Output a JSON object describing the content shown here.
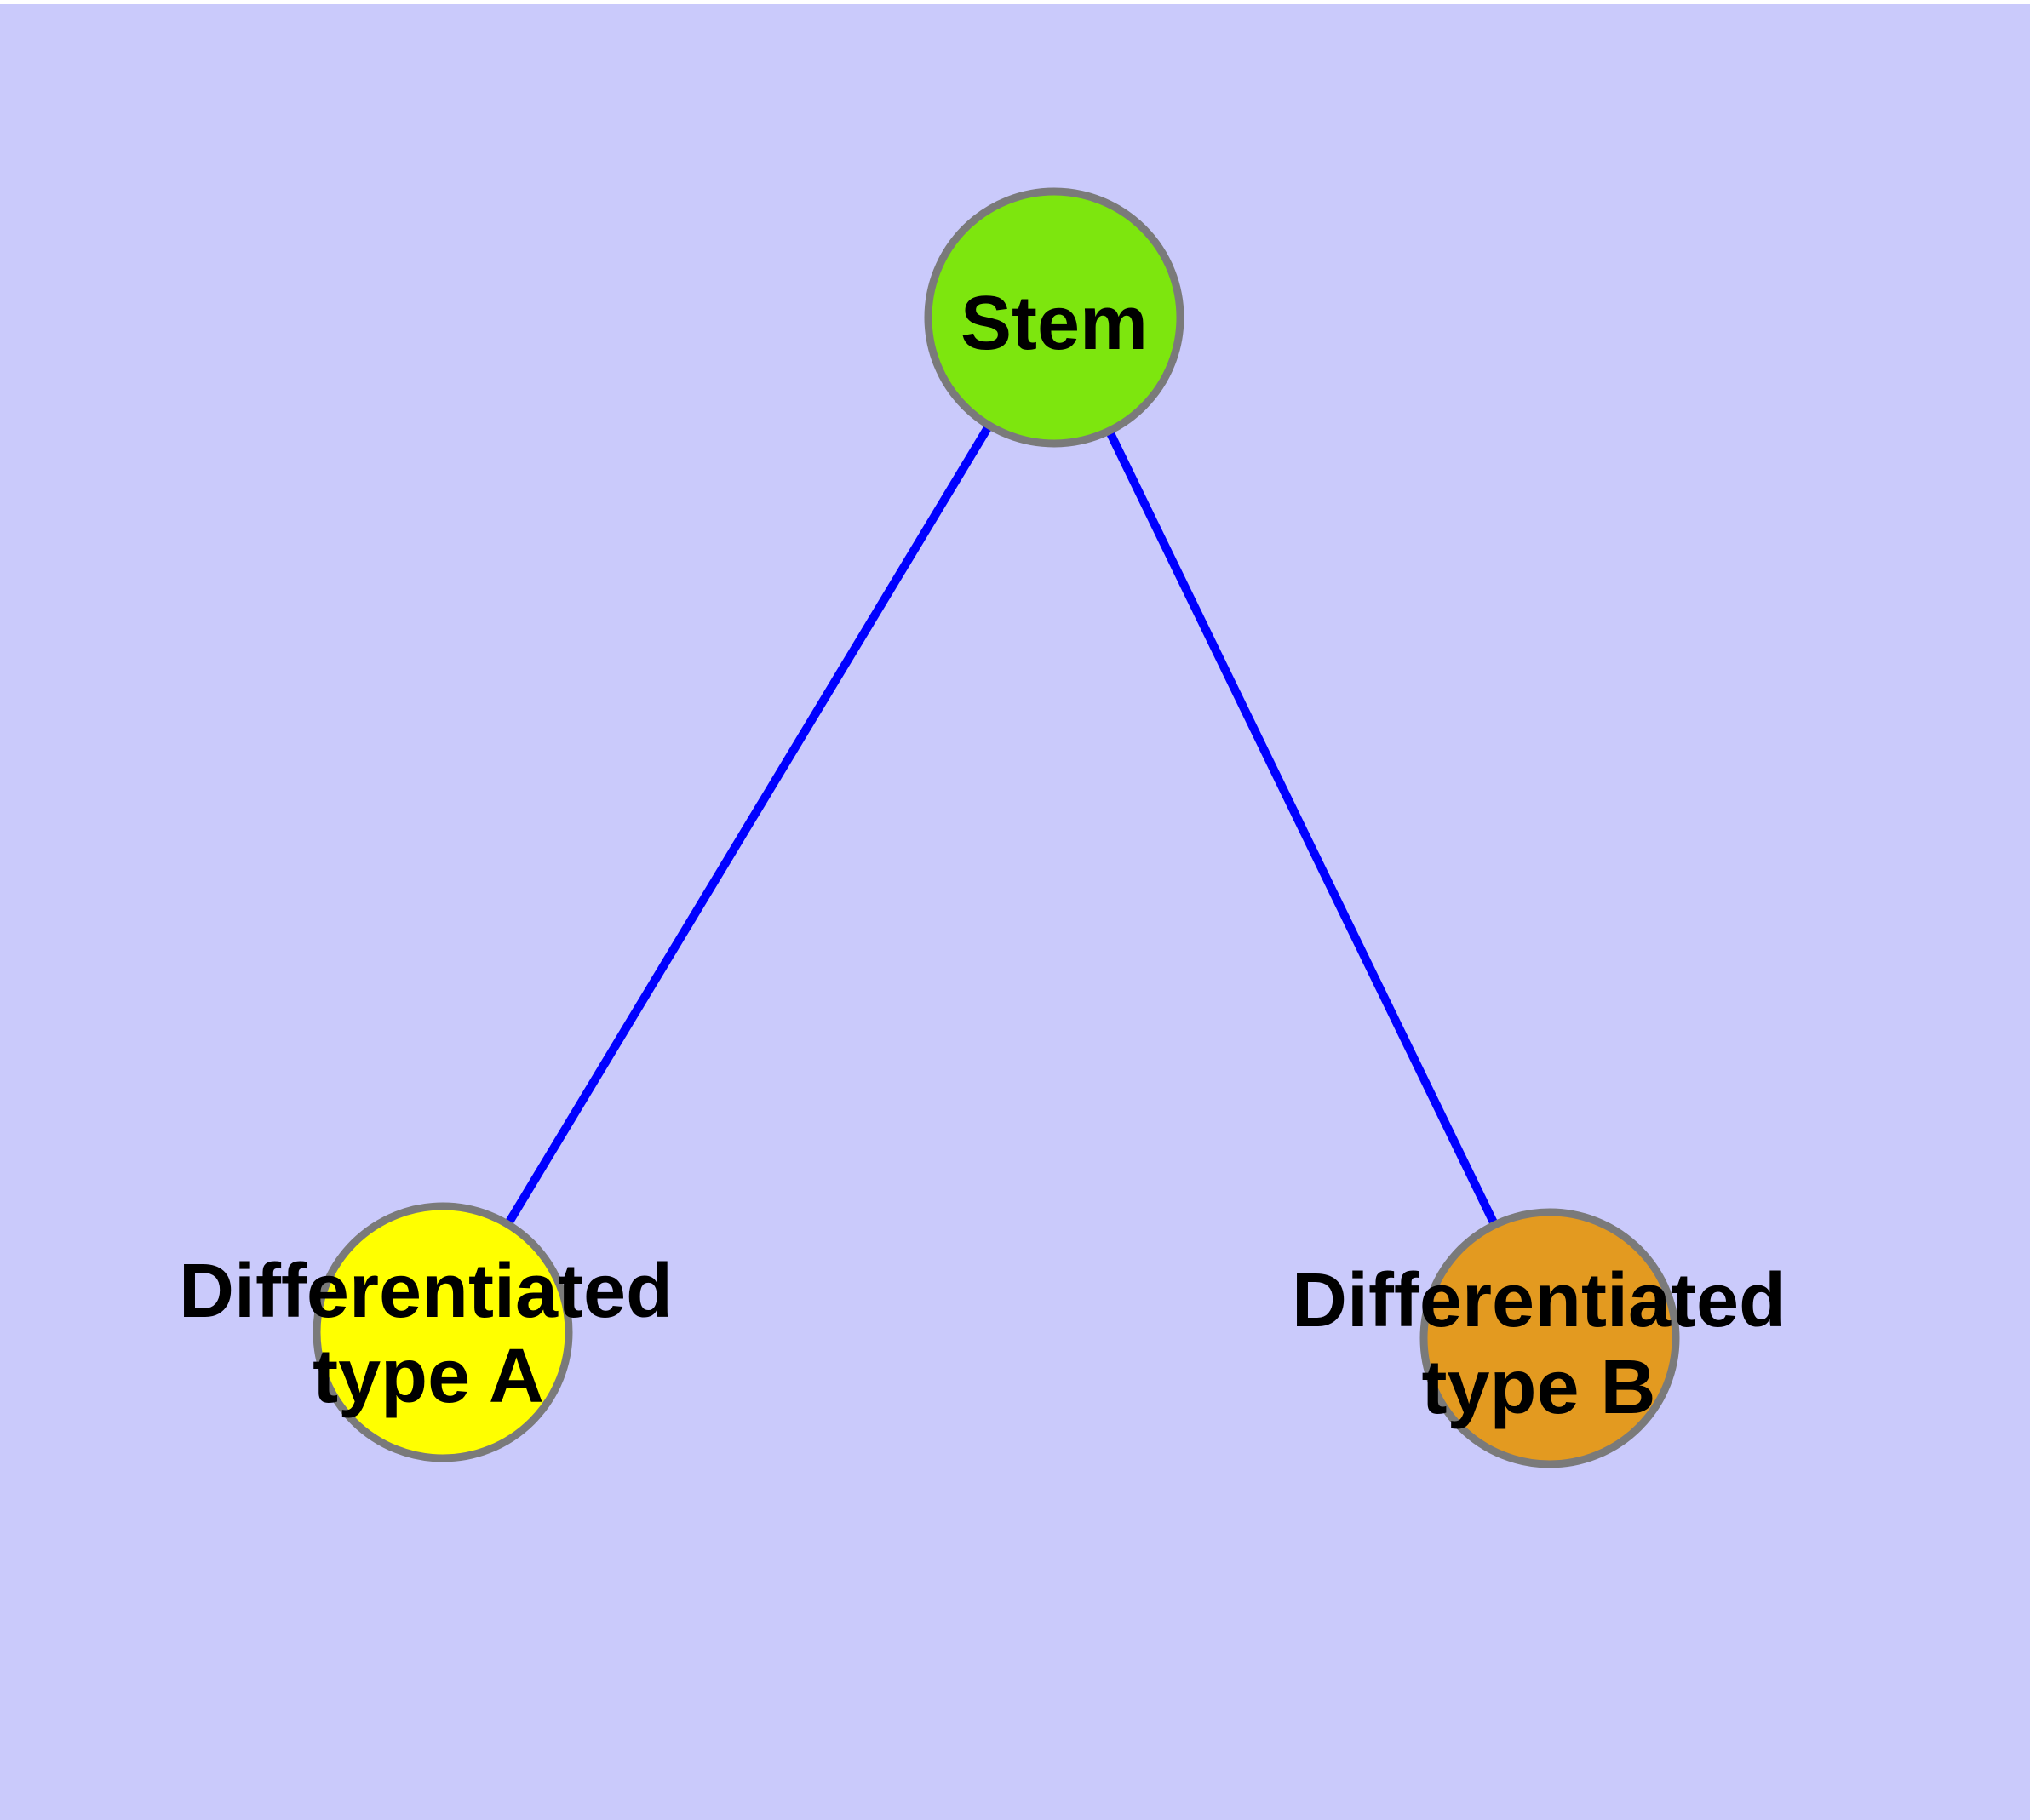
{
  "diagram": {
    "type": "node-link-graph",
    "background_color": "#cacafb",
    "top_edge_color": "#ffffff",
    "edge_color": "#0000ff",
    "node_border_color": "#7a7a7a",
    "label_color": "#000000"
  },
  "nodes": {
    "stem": {
      "label": "Stem",
      "fill": "#7de60e"
    },
    "type_a": {
      "label_line1": "Differentiated",
      "label_line2": "type A",
      "fill": "#ffff00"
    },
    "type_b": {
      "label_line1": "Differentiated",
      "label_line2": "type B",
      "fill": "#e39a20"
    }
  },
  "edges": [
    {
      "from": "Stem",
      "to": "Differentiated type A"
    },
    {
      "from": "Stem",
      "to": "Differentiated type B"
    }
  ]
}
